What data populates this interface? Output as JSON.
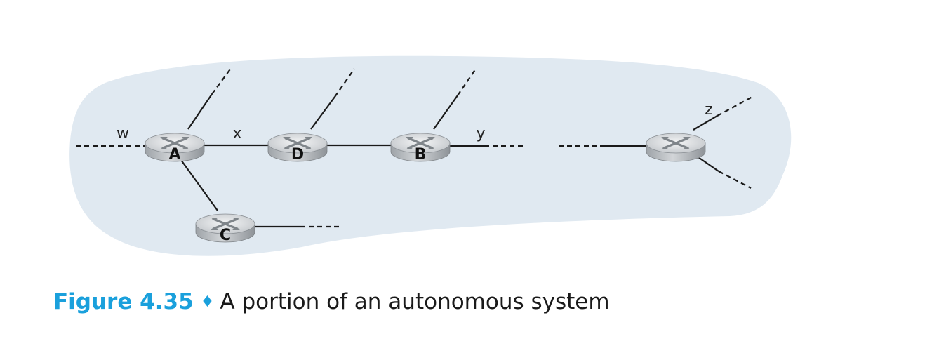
{
  "figure": {
    "number": "Figure 4.35",
    "separator": "♦",
    "caption": "A portion of an autonomous system"
  },
  "routers": {
    "a": "A",
    "d": "D",
    "b": "B",
    "c": "C",
    "unnamed": ""
  },
  "links": {
    "w": "w",
    "x": "x",
    "y": "y",
    "z": "z"
  },
  "colors": {
    "as_region": "#e0e9f1",
    "router_body": "#b4b8bc",
    "router_top": "#dfe1e3",
    "caption_accent": "#1aa0dc",
    "link": "#1a1a1a"
  },
  "icons": {
    "router": "router-icon"
  }
}
